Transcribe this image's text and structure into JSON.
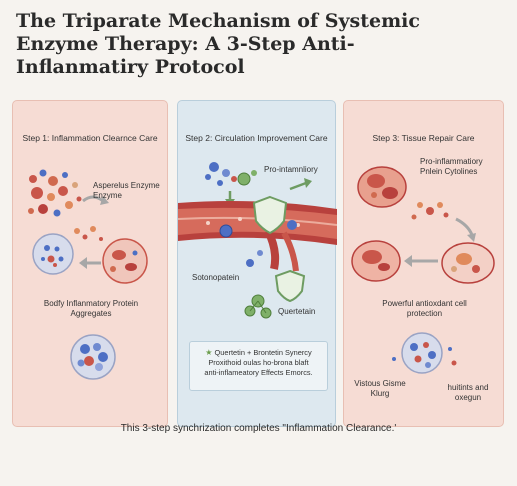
{
  "title": "The Triparate Mechanism of Systemic Enzyme Therapy: A 3-Step Anti-Inflanmatiry Protocol",
  "steps": [
    {
      "title": "Step 1: Inflammation Clearnce Care",
      "enzyme_label": "Asperelus Enzyme Enzyme",
      "aggregate_label": "Bodfy Inflanmatory Protein Aggregates"
    },
    {
      "title": "Step 2: Circulation Improvement Care",
      "pro_label": "Pro-intamnliory",
      "left_label": "Sotonopatein",
      "quercetin_label": "Quertetain",
      "synergy_line1": "Quertetin + Brontetin Synercy",
      "synergy_line2": "Proxithoid oulas ho-brona blaft",
      "synergy_line3": "anti-inflameatory Effects Emorcs."
    },
    {
      "title": "Step 3: Tissue Repair Care",
      "cytokine_label": "Pro-inflammatiory Pnlein Cytolines",
      "antiox_label": "Powerful antioxdant cell protection",
      "viscous_label": "Vistous Gisme Klurg",
      "nutrients_label": "huitints and oxegun"
    }
  ],
  "footer": "This 3-step synchrization completes \"Inflammation Clearance.'",
  "colors": {
    "panel_warm": "#f6dcd4",
    "panel_cool": "#dde8ef",
    "vessel": "#b8413d",
    "protein_red": "#c9564a",
    "molecule_blue": "#4d6fc4",
    "molecule_green": "#7fb069",
    "shield_green": "#6e9c62"
  }
}
